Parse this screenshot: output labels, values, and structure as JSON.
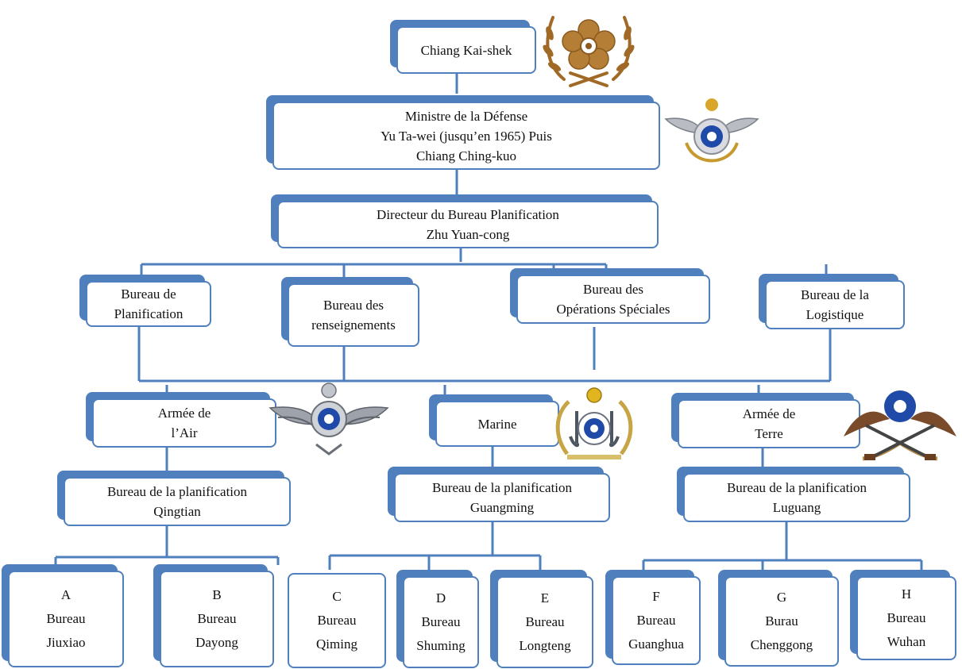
{
  "diagram": {
    "accent_color": "#4f80bd",
    "nodes": {
      "chiang": {
        "lines": [
          "Chiang Kai-shek"
        ]
      },
      "minister": {
        "lines": [
          "Ministre de la Défense",
          "Yu Ta-wei (jusqu’en 1965) Puis",
          "Chiang Ching-kuo"
        ]
      },
      "director": {
        "lines": [
          "Directeur du Bureau Planification",
          "Zhu Yuan-cong"
        ]
      },
      "b_planif": {
        "lines": [
          "Bureau de",
          "Planification"
        ]
      },
      "b_rens": {
        "lines": [
          "Bureau des",
          "renseignements"
        ]
      },
      "b_ops": {
        "lines": [
          "Bureau des",
          "Opérations Spéciales"
        ]
      },
      "b_log": {
        "lines": [
          "Bureau de la",
          "Logistique"
        ]
      },
      "air": {
        "lines": [
          "Armée de",
          "l’Air"
        ]
      },
      "marine": {
        "lines": [
          "Marine"
        ]
      },
      "terre": {
        "lines": [
          "Armée de",
          "Terre"
        ]
      },
      "qingtian": {
        "lines": [
          "Bureau de la planification",
          "Qingtian"
        ]
      },
      "guangming": {
        "lines": [
          "Bureau de la planification",
          "Guangming"
        ]
      },
      "luguang": {
        "lines": [
          "Bureau de la planification",
          "Luguang"
        ]
      },
      "a": {
        "lines": [
          "A",
          "Bureau",
          "Jiuxiao"
        ]
      },
      "b": {
        "lines": [
          "B",
          "Bureau",
          "Dayong"
        ]
      },
      "c": {
        "lines": [
          "C",
          "Bureau",
          "Qiming"
        ]
      },
      "d": {
        "lines": [
          "D",
          "Bureau",
          "Shuming"
        ]
      },
      "e": {
        "lines": [
          "E",
          "Bureau",
          "Longteng"
        ]
      },
      "f": {
        "lines": [
          "F",
          "Bureau",
          "Guanghua"
        ]
      },
      "g": {
        "lines": [
          "G",
          "Burau",
          "Chenggong"
        ]
      },
      "h": {
        "lines": [
          "H",
          "Bureau",
          "Wuhan"
        ]
      }
    },
    "emblems": [
      {
        "id": "president",
        "icon": "president-wreath-emblem"
      },
      {
        "id": "defense",
        "icon": "armed-forces-emblem"
      },
      {
        "id": "airforce",
        "icon": "air-force-wings-emblem"
      },
      {
        "id": "navy",
        "icon": "navy-anchor-emblem"
      },
      {
        "id": "army",
        "icon": "army-rifles-wreath-emblem"
      }
    ]
  }
}
